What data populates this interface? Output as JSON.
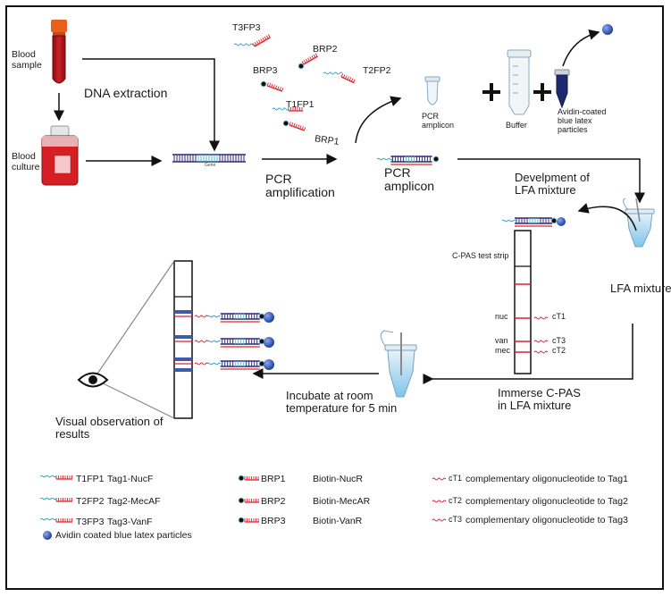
{
  "labels": {
    "blood_sample": "Blood\nsample",
    "blood_culture": "Blood\nculture",
    "dna_extraction": "DNA extraction",
    "gene": "Gene",
    "pcr_amplification": "PCR\namplification",
    "pcr_amplicon_main": "PCR\namplicon",
    "pcr_amplicon_small": "PCR\namplicon",
    "buffer": "Buffer",
    "avidin_particles": "Avidin-coated\nblue latex\nparticles",
    "development": "Develpment of\nLFA mixture",
    "lfa_mixture": "LFA mixture",
    "cpas_strip": "C-PAS test strip",
    "nuc": "nuc",
    "van": "van",
    "mec": "mec",
    "immerse": "Immerse C-PAS\nin LFA mixture",
    "incubate": "Incubate at room\ntemperature for 5 min",
    "visual": "Visual observation of\nresults"
  },
  "primers_floating": {
    "t3fp3": "T3FP3",
    "brp2": "BRP2",
    "brp3": "BRP3",
    "t2fp2": "T2FP2",
    "t1fp1": "T1FP1",
    "brp1": "BRP1"
  },
  "strip_probes": {
    "ct1": "cT1",
    "ct3": "cT3",
    "ct2": "cT2"
  },
  "legend": {
    "col1": [
      {
        "code": "T1FP1",
        "desc": "Tag1-NucF"
      },
      {
        "code": "T2FP2",
        "desc": "Tag2-MecAF"
      },
      {
        "code": "T3FP3",
        "desc": "Tag3-VanF"
      }
    ],
    "avidin": "Avidin coated blue latex particles",
    "col2": [
      {
        "code": "BRP1",
        "desc": "Biotin-NucR"
      },
      {
        "code": "BRP2",
        "desc": "Biotin-MecAR"
      },
      {
        "code": "BRP3",
        "desc": "Biotin-VanR"
      }
    ],
    "col3": [
      {
        "code": "cT1",
        "desc": "complementary oligonucleotide to Tag1"
      },
      {
        "code": "cT2",
        "desc": "complementary oligonucleotide to Tag2"
      },
      {
        "code": "cT3",
        "desc": "complementary oligonucleotide to Tag3"
      }
    ]
  },
  "colors": {
    "blood": "#b3131b",
    "tube_cap": "#e8601c",
    "tag": "#2ea4c9",
    "primer": "#e0262b",
    "bead": "#3a5fc8",
    "strip_line": "#d9213a",
    "dna_dark": "#2d2a7a",
    "dna_teal": "#4fc2c9"
  }
}
